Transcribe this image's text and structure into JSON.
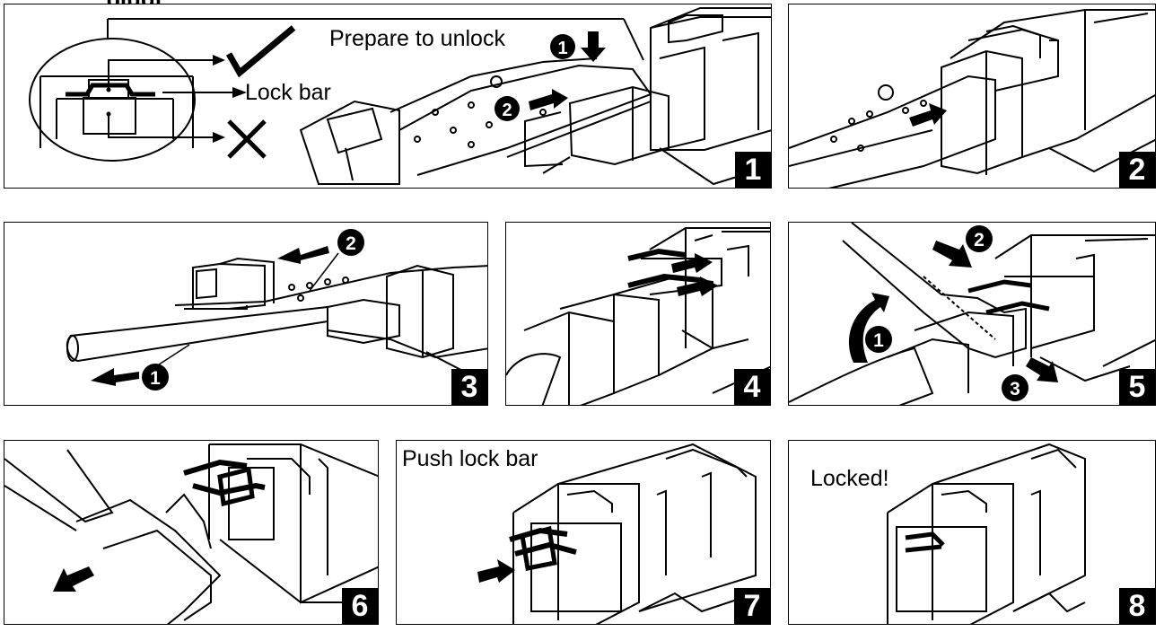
{
  "header_fragment": "plugi",
  "panels": [
    {
      "number": "1",
      "labels": {
        "prepare": "Prepare to unlock",
        "lockbar": "Lock bar"
      },
      "steps": [
        "1",
        "2"
      ]
    },
    {
      "number": "2"
    },
    {
      "number": "3",
      "steps": [
        "1",
        "2"
      ]
    },
    {
      "number": "4"
    },
    {
      "number": "5",
      "steps": [
        "1",
        "2",
        "3"
      ]
    },
    {
      "number": "6"
    },
    {
      "number": "7",
      "labels": {
        "push": "Push lock bar"
      }
    },
    {
      "number": "8",
      "labels": {
        "locked": "Locked!"
      }
    }
  ],
  "icons": [
    "check-mark-icon",
    "cross-mark-icon",
    "arrow-icon",
    "curved-arrow-icon"
  ]
}
